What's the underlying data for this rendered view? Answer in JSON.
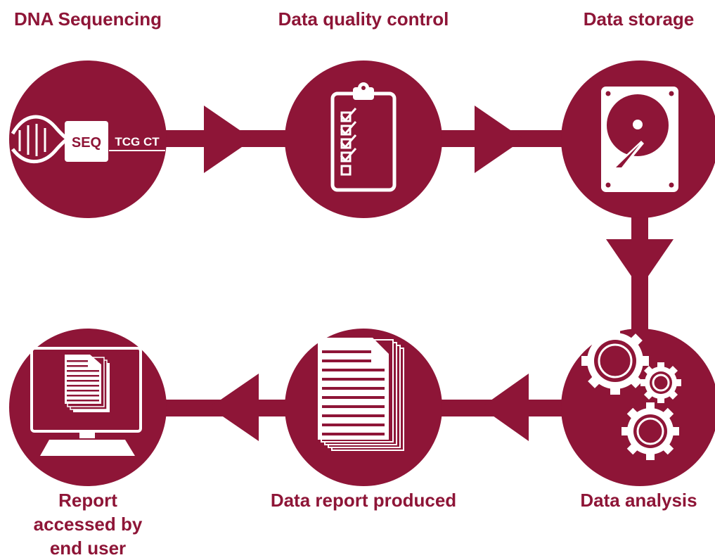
{
  "colors": {
    "primary": "#8e1537",
    "background": "#ffffff",
    "icon": "#ffffff"
  },
  "steps": [
    {
      "label": "DNA Sequencing",
      "icon": "dna-sequencing-icon",
      "badge": "SEQ",
      "seq_text": "TCG CT"
    },
    {
      "label": "Data quality control",
      "icon": "clipboard-checklist-icon"
    },
    {
      "label": "Data storage",
      "icon": "hard-drive-icon"
    },
    {
      "label": "Data analysis",
      "icon": "gears-icon"
    },
    {
      "label": "Data report produced",
      "icon": "documents-icon"
    },
    {
      "label": "Report accessed by end user",
      "label_lines": [
        "Report",
        "accessed by",
        "end user"
      ],
      "icon": "computer-monitor-icon"
    }
  ]
}
